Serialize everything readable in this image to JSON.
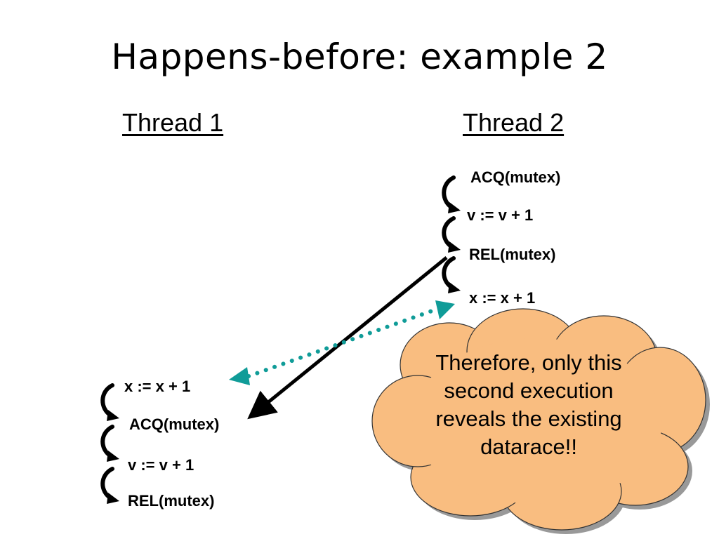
{
  "slide": {
    "title": "Happens-before: example 2"
  },
  "thread1": {
    "heading": "Thread 1",
    "statements": [
      "x := x + 1",
      "ACQ(mutex)",
      "v := v + 1",
      "REL(mutex)"
    ]
  },
  "thread2": {
    "heading": "Thread 2",
    "statements": [
      "ACQ(mutex)",
      "v := v + 1",
      "REL(mutex)",
      "x := x + 1"
    ]
  },
  "callout": {
    "text": "Therefore, only this second execution reveals the existing datarace!!",
    "fill_color": "#f9bd80",
    "shadow_color": "#999999"
  },
  "arrows": {
    "happens_before_color": "#000000",
    "race_color": "#109c98"
  }
}
